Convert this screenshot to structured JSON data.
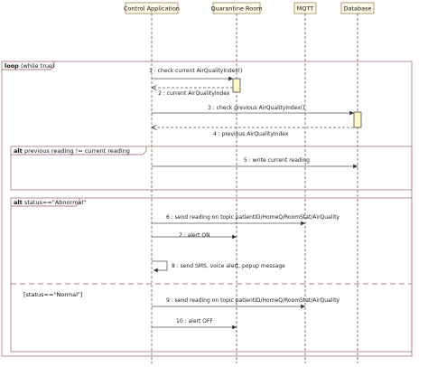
{
  "participants": [
    {
      "id": "control",
      "label": "Control Application"
    },
    {
      "id": "quarantine",
      "label": "Quarantine Room"
    },
    {
      "id": "mqtt",
      "label": "MQTT"
    },
    {
      "id": "database",
      "label": "Database"
    }
  ],
  "fragments": {
    "loop": {
      "keyword": "loop",
      "guard": "(while true)"
    },
    "alt1": {
      "keyword": "alt",
      "guard": "previous reading != current reading"
    },
    "alt2": {
      "keyword": "alt",
      "guard": "status==\"Abnormal\"",
      "else_guard": "[status==\"Normal\"]"
    }
  },
  "messages": [
    {
      "label": "1 : check current AirQualityIndex()",
      "from": "control",
      "to": "quarantine",
      "kind": "sync"
    },
    {
      "label": "2 : current AirQualityIndex",
      "from": "quarantine",
      "to": "control",
      "kind": "return"
    },
    {
      "label": "3 : check previous AirQualityIndex()",
      "from": "control",
      "to": "database",
      "kind": "sync"
    },
    {
      "label": "4 : previous AirQualityIndex",
      "from": "database",
      "to": "control",
      "kind": "return"
    },
    {
      "label": "5 : write current reading",
      "from": "control",
      "to": "database",
      "kind": "sync"
    },
    {
      "label": "6 : send reading on topic patientID/HomeQ/RoomStat/AirQuality",
      "from": "control",
      "to": "mqtt",
      "kind": "sync"
    },
    {
      "label": "7 : alert ON",
      "from": "control",
      "to": "quarantine",
      "kind": "sync"
    },
    {
      "label": "8 : send SMS, voice alert, popup message",
      "from": "control",
      "to": "control",
      "kind": "self"
    },
    {
      "label": "9 : send reading on topic patientID/HomeQ/RoomStat/AirQuality",
      "from": "control",
      "to": "mqtt",
      "kind": "sync"
    },
    {
      "label": "10 : alert OFF",
      "from": "control",
      "to": "quarantine",
      "kind": "sync"
    }
  ],
  "colors": {
    "lifeline": "#444444",
    "header_fill": "#fffbea",
    "header_stroke": "#9a8a50",
    "frame": "#b08080",
    "activation_fill": "#fff7c8",
    "arrow": "#555555"
  }
}
